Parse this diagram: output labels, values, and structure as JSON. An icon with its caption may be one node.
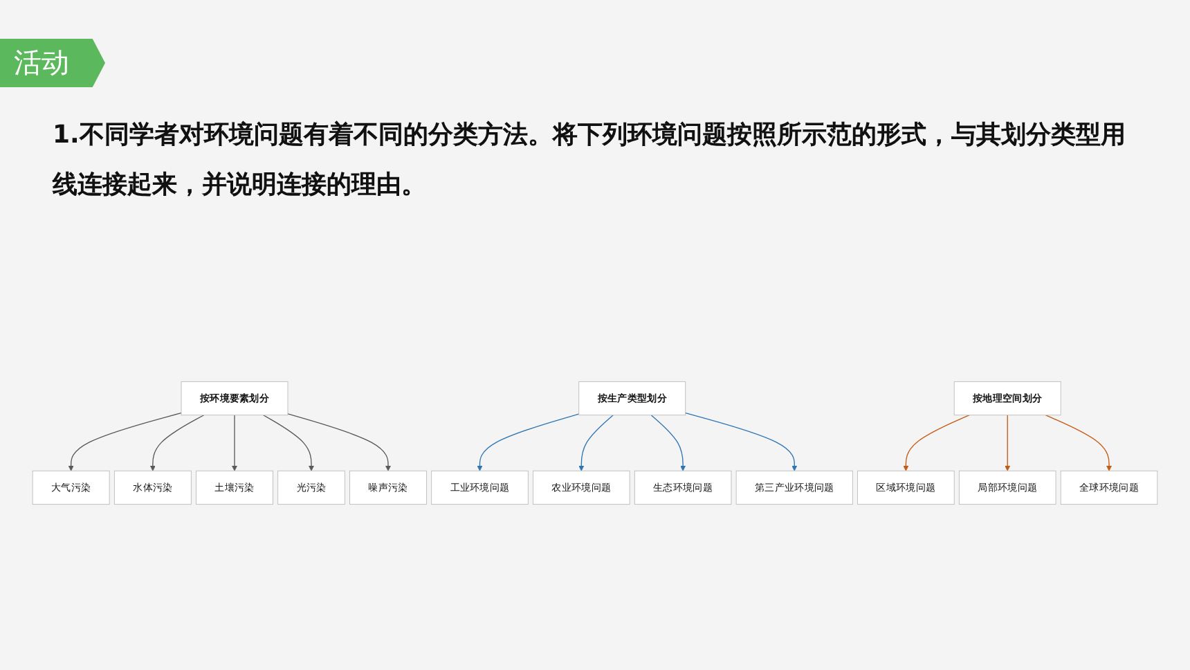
{
  "diagram": {
    "title": "活动",
    "nodes": [
      {
        "text": [
          "按环境要素划分"
        ]
      },
      {
        "text": [
          "按生产类型划分"
        ]
      },
      {
        "text": [
          "按地理空间划分"
        ]
      },
      {
        "text": [
          "大气污染"
        ]
      },
      {
        "text": [
          "水体污染"
        ]
      },
      {
        "text": [
          "工业环境问题"
        ]
      },
      {
        "text": [
          "农业环境问题"
        ]
      },
      {
        "text": [
          "土壤污染"
        ]
      },
      {
        "text": [
          "区域环境问题"
        ]
      },
      {
        "text": [
          "局部环境问题"
        ]
      },
      {
        "text": [
          "生态环境问题"
        ]
      },
      {
        "text": [
          "全球环境问题"
        ]
      },
      {
        "text": [
          "光污染"
        ]
      },
      {
        "text": [
          "噪声污染"
        ]
      },
      {
        "text": [
          "第三产业环境问题"
        ]
      }
    ],
    "edges": [
      {
        "from": 0,
        "to": 3,
        "arrow": "to"
      },
      {
        "from": 0,
        "to": 4,
        "arrow": "to"
      },
      {
        "from": 0,
        "to": 7,
        "arrow": "to"
      },
      {
        "from": 0,
        "to": 12,
        "arrow": "to"
      },
      {
        "from": 0,
        "to": 13,
        "arrow": "to"
      },
      {
        "from": 1,
        "to": 5,
        "arrow": "to",
        "color": "#2e75b6"
      },
      {
        "from": 1,
        "to": 6,
        "arrow": "to",
        "color": "#2e75b6"
      },
      {
        "from": 1,
        "to": 10,
        "arrow": "to",
        "color": "#2e75b6"
      },
      {
        "from": 1,
        "to": 14,
        "arrow": "to",
        "color": "#2e75b6"
      },
      {
        "from": 2,
        "to": 8,
        "arrow": "to",
        "color": "#c55a11"
      },
      {
        "from": 2,
        "to": 9,
        "arrow": "to",
        "color": "#c55a11"
      },
      {
        "from": 2,
        "to": 11,
        "arrow": "to",
        "color": "#c55a11"
      }
    ],
    "labels": [
      "1.不同学者对环境问题有着不同的分类方法。将下列环境问题按照所示范的形式，与其划分类型用线连接起来，并说明连接的理由。"
    ]
  }
}
